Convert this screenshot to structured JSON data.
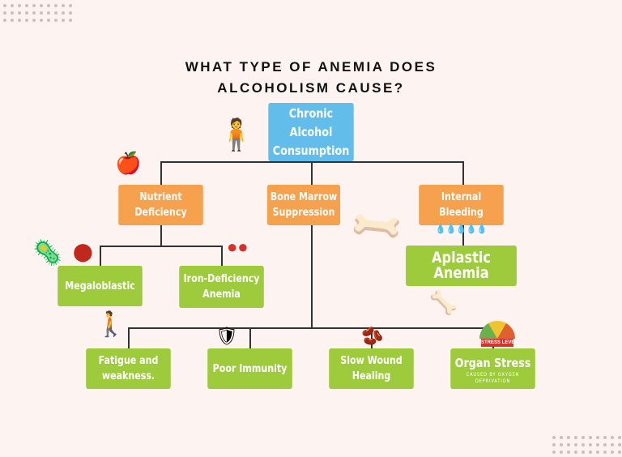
{
  "title_lines": [
    "WHAT TYPE OF ANEMIA DOES",
    "ALCOHOLISM CAUSE?"
  ],
  "root": {
    "lines": [
      "Chronic Alcohol",
      "Consumption"
    ]
  },
  "causes": [
    {
      "lines": [
        "Nutrient",
        "Deficiency"
      ]
    },
    {
      "lines": [
        "Bone Marrow",
        "Suppression"
      ]
    },
    {
      "lines": [
        "Internal Bleeding",
        ""
      ]
    }
  ],
  "nutrient_types": [
    {
      "lines": [
        "Megaloblastic",
        ""
      ]
    },
    {
      "lines": [
        "Iron-Deficiency",
        "Anemia"
      ]
    }
  ],
  "aplastic": {
    "label": "Aplastic Anemia"
  },
  "effects": [
    {
      "lines": [
        "Fatigue and",
        "weakness."
      ]
    },
    {
      "lines": [
        "Poor Immunity",
        ""
      ]
    },
    {
      "lines": [
        "Slow Wound",
        "Healing"
      ]
    },
    {
      "lines": [
        "Organ Stress",
        ""
      ],
      "sub": [
        "CAUSED BY OXYGEN",
        "DEPRIVATION"
      ],
      "gauge_label": "STRESS LEVEL"
    }
  ],
  "colors": {
    "orange": "#f5a14e",
    "green": "#9dcb3c",
    "blue": "#63bdea",
    "background": "#fdf4f2"
  }
}
